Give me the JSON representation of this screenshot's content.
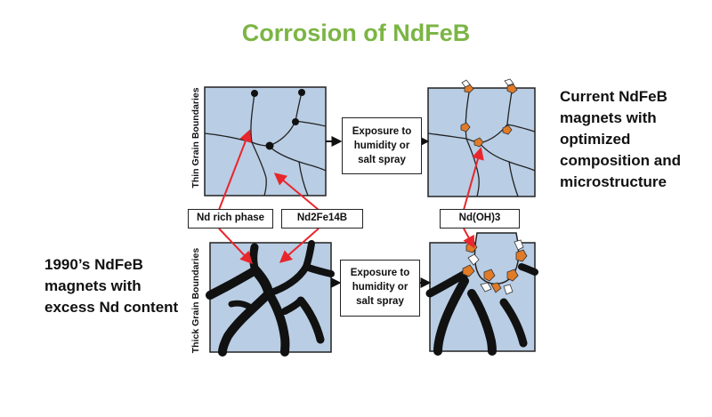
{
  "title": "Corrosion of NdFeB",
  "right_text": [
    "Current NdFeB",
    "magnets with",
    "optimized",
    "composition and",
    "microstructure"
  ],
  "left_text": [
    "1990’s NdFeB",
    "magnets with",
    "excess Nd content"
  ],
  "exposure_top": [
    "Exposure to",
    "humidity or",
    "salt spray"
  ],
  "exposure_bottom": [
    "Exposure to",
    "humidity or",
    "salt spray"
  ],
  "labels": {
    "nd_rich": "Nd rich phase",
    "nd2fe14b": "Nd2Fe14B",
    "ndoh3": "Nd(OH)3"
  },
  "row_labels": {
    "thin": "Thin Grain Boundaries",
    "thick": "Thick Grain Boundaries"
  },
  "colors": {
    "title": "#7bb544",
    "grain": "#b9cde4",
    "boundary": "#111111",
    "arrow": "#e8262c",
    "oxide": "#e07b28"
  }
}
